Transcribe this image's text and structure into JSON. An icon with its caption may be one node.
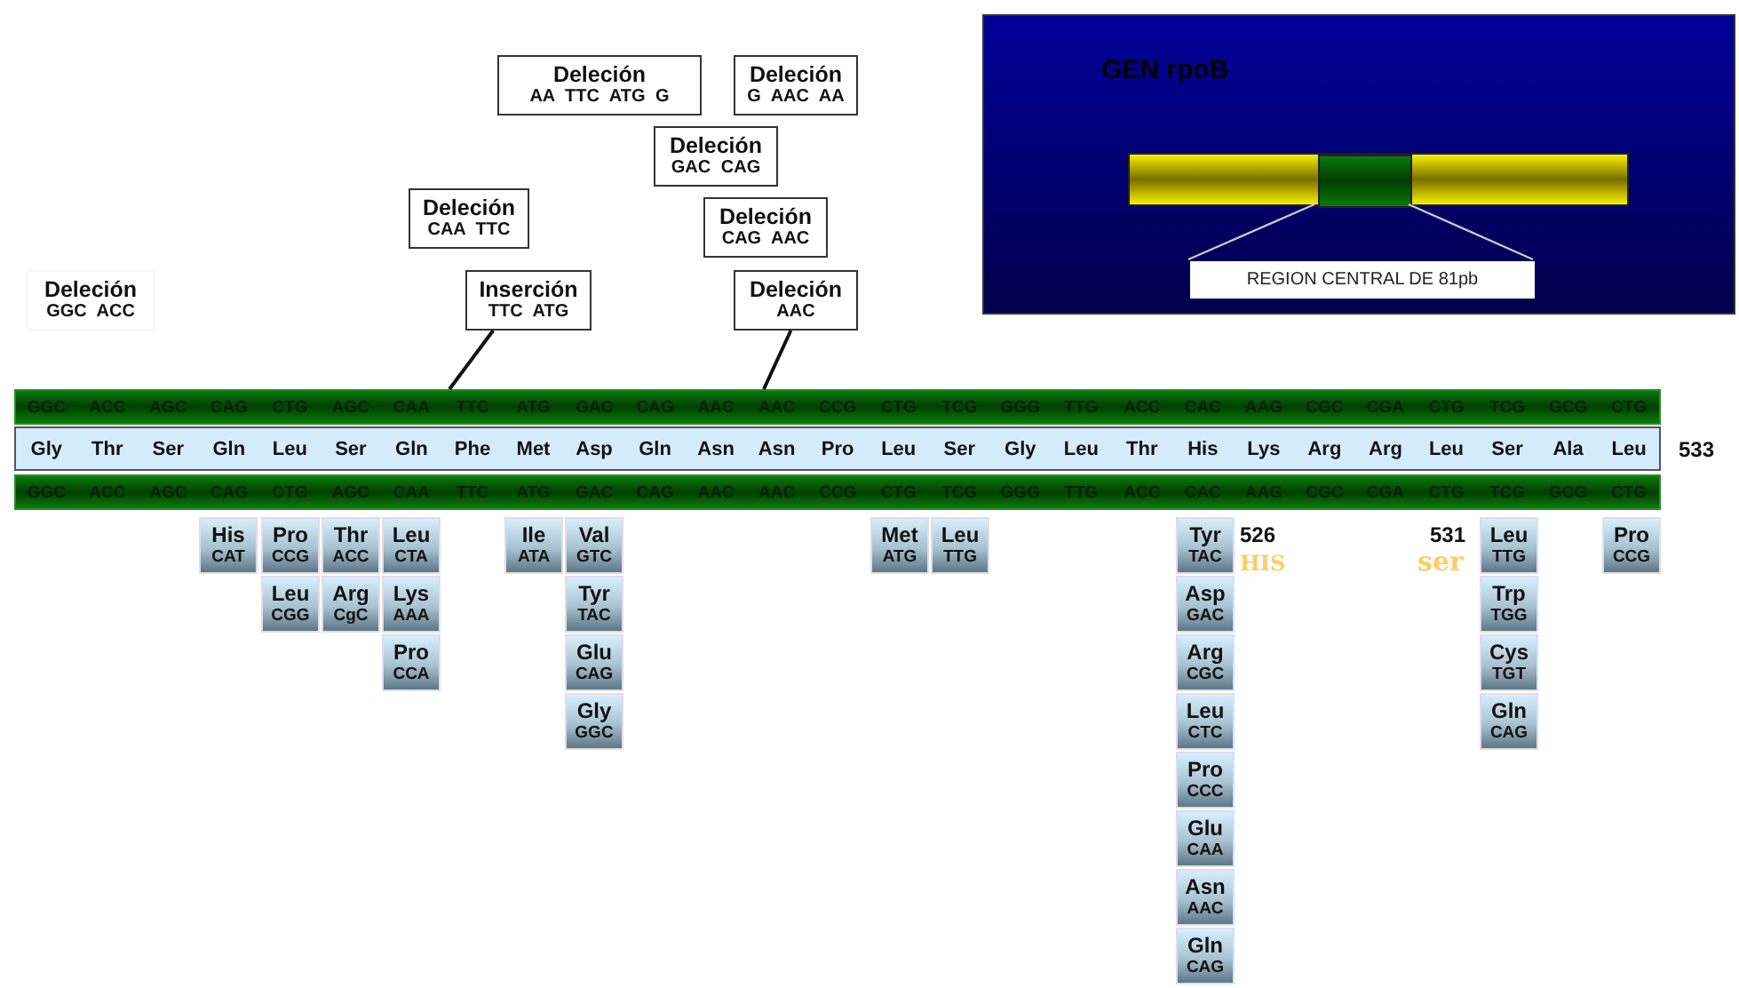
{
  "diagram": {
    "nodes": [
      {
        "text": [
          "Deleción",
          "AA TTC ATG G"
        ]
      },
      {
        "text": [
          "Deleción",
          "G AAC AA"
        ]
      },
      {
        "text": [
          "Deleción",
          "GAC CAG"
        ]
      },
      {
        "text": [
          "Deleción",
          "CAA TTC"
        ]
      },
      {
        "text": [
          "Deleción",
          "CAG AAC"
        ]
      },
      {
        "text": [
          "GEN rpoB"
        ]
      },
      {
        "text": [],
        "shape": "bar",
        "in": 5
      },
      {
        "text": [],
        "shape": "bar",
        "in": 6
      },
      {
        "text": [
          "REGION CENTRAL DE 81pb"
        ],
        "in": 5
      },
      {
        "text": [
          "Deleción",
          "GGC ACC"
        ]
      },
      {
        "text": [
          "Inserción",
          "TTC ATG"
        ]
      },
      {
        "text": [
          "Deleción",
          "AAC"
        ]
      },
      {
        "text": [
          "GGC",
          "ACC",
          "AGC",
          "CAG",
          "CTG",
          "AGC",
          "CAA",
          "TTC",
          "ATG",
          "GAC",
          "CAG",
          "AAC",
          "AAC",
          "CCG",
          "CTG",
          "TCG",
          "GGG",
          "TTG",
          "ACC",
          "CAC",
          "AAG",
          "CGC",
          "CGA",
          "CTG",
          "TCG",
          "GCG",
          "CTG"
        ]
      },
      {
        "text": [
          "Gly",
          "Thr",
          "Ser",
          "Gln",
          "Leu",
          "Ser",
          "Gln",
          "Phe",
          "Met",
          "Asp",
          "Gln",
          "Asn",
          "Asn",
          "Pro",
          "Leu",
          "Ser",
          "Gly",
          "Leu",
          "Thr",
          "His",
          "Lys",
          "Arg",
          "Arg",
          "Leu",
          "Ser",
          "Ala",
          "Leu"
        ]
      },
      {
        "text": [
          "GGC",
          "ACC",
          "AGC",
          "CAG",
          "CTG",
          "AGC",
          "CAA",
          "TTC",
          "ATG",
          "GAC",
          "CAG",
          "AAC",
          "AAC",
          "CCG",
          "CTG",
          "TCG",
          "GGG",
          "TTG",
          "ACC",
          "CAC",
          "AAG",
          "CGC",
          "CGA",
          "CTG",
          "TCG",
          "GCG",
          "CTG"
        ]
      },
      {
        "text": [
          "His",
          "CAT"
        ]
      },
      {
        "text": [
          "Pro",
          "CCG"
        ]
      },
      {
        "text": [
          "Leu",
          "CGG"
        ]
      },
      {
        "text": [
          "Thr",
          "ACC"
        ]
      },
      {
        "text": [
          "Arg",
          "CgC"
        ]
      },
      {
        "text": [
          "Leu",
          "CTA"
        ]
      },
      {
        "text": [
          "Lys",
          "AAA"
        ]
      },
      {
        "text": [
          "Pro",
          "CCA"
        ]
      },
      {
        "text": [
          "Ile",
          "ATA"
        ]
      },
      {
        "text": [
          "Val",
          "GTC"
        ]
      },
      {
        "text": [
          "Tyr",
          "TAC"
        ]
      },
      {
        "text": [
          "Glu",
          "CAG"
        ]
      },
      {
        "text": [
          "Gly",
          "GGC"
        ]
      },
      {
        "text": [
          "Met",
          "ATG"
        ]
      },
      {
        "text": [
          "Leu",
          "TTG"
        ]
      },
      {
        "text": [
          "Tyr",
          "TAC"
        ]
      },
      {
        "text": [
          "Asp",
          "GAC"
        ]
      },
      {
        "text": [
          "Arg",
          "CGC"
        ]
      },
      {
        "text": [
          "Leu",
          "CTC"
        ]
      },
      {
        "text": [
          "Pro",
          "CCC"
        ]
      },
      {
        "text": [
          "Glu",
          "CAA"
        ]
      },
      {
        "text": [
          "Asn",
          "AAC"
        ]
      },
      {
        "text": [
          "Gln",
          "CAG"
        ]
      },
      {
        "text": [
          "Leu",
          "TTG"
        ]
      },
      {
        "text": [
          "Trp",
          "TGG"
        ]
      },
      {
        "text": [
          "Cys",
          "TGT"
        ]
      },
      {
        "text": [
          "Gln",
          "CAG"
        ]
      },
      {
        "text": [
          "Pro",
          "CCG"
        ]
      }
    ],
    "edges": [
      {
        "from": 10,
        "to": 12,
        "arrow": "none"
      },
      {
        "from": 11,
        "to": 12,
        "arrow": "none"
      },
      {
        "from": 7,
        "to": 8,
        "arrow": "none",
        "color": "#c8c8c8"
      },
      {
        "from": 7,
        "to": 8,
        "arrow": "none",
        "color": "#c8c8c8"
      }
    ],
    "labels": [
      "533",
      "526",
      "HIS",
      "531",
      "ser"
    ]
  }
}
